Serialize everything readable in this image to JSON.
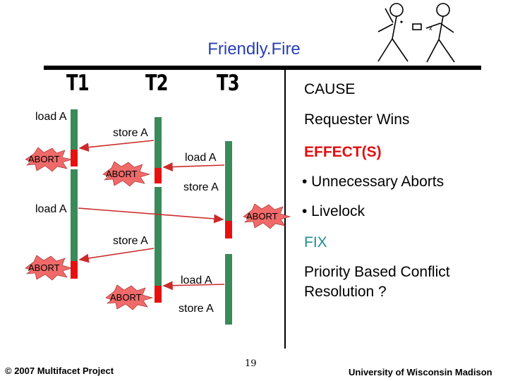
{
  "title": "Friendly.Fire",
  "threads": [
    "T1",
    "T2",
    "T3"
  ],
  "right_panel": {
    "cause_heading": "CAUSE",
    "cause_text": "Requester Wins",
    "effect_heading": "EFFECT(S)",
    "effect_1": "• Unnecessary Aborts",
    "effect_2": "• Livelock",
    "fix_heading": "FIX",
    "fix_line_1": "Priority Based Conflict",
    "fix_line_2": "Resolution ?"
  },
  "operations": {
    "t1_load_1": "load A",
    "t2_store_1": "store A",
    "t3_load_1": "load A",
    "t3_store_1": "store A",
    "t1_load_2": "load A",
    "t2_store_2": "store A",
    "t3_load_2": "load A",
    "t3_store_2": "store A"
  },
  "abort_label": "ABORT",
  "footer": {
    "copyright": "© 2007 Multifacet Project",
    "page_number": "19",
    "university": "University of Wisconsin Madison"
  },
  "colors": {
    "running": "#3a8a5a",
    "aborted": "#e8100f",
    "arrow": "#cc2a2a",
    "burst": "#f06a6a"
  }
}
